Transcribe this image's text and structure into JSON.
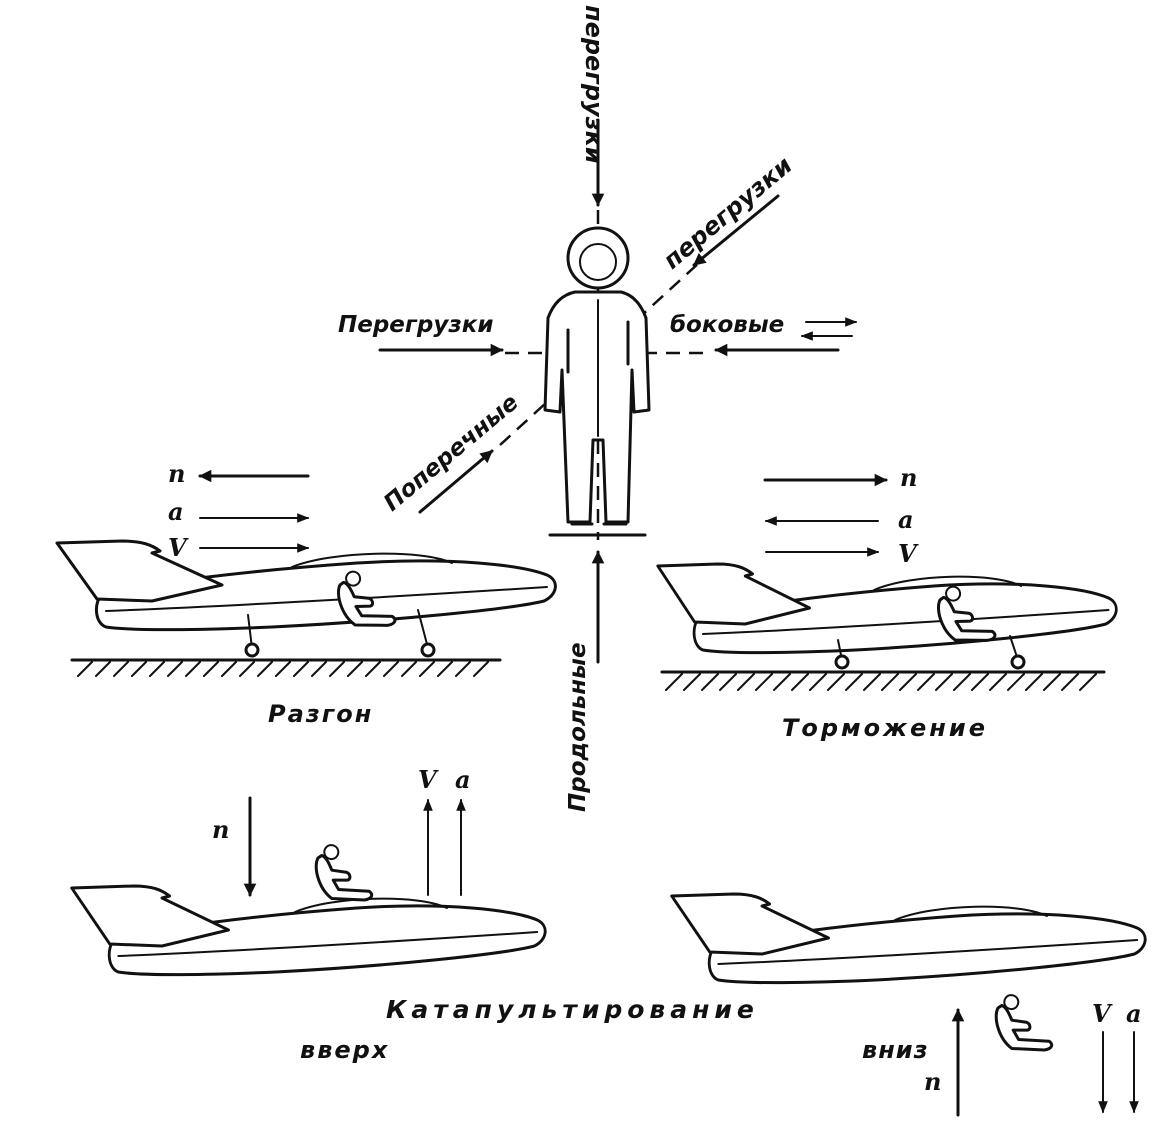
{
  "labels": {
    "peregruzki_vertical": "перегрузки",
    "peregruzki_diagonal": "перегрузки",
    "peregruzki_left": "Перегрузки",
    "bokovye": "боковые",
    "poperechnye": "Поперечные",
    "prodolnye": "Продольные",
    "razgon": "Разгон",
    "tormozhenie": "Торможение",
    "katapultirovanie": "Катапультирование",
    "vverh": "вверх",
    "vniz": "вниз"
  },
  "symbols": {
    "n": "n",
    "a": "a",
    "V": "V"
  },
  "icons": [
    "pilot-figure-icon",
    "aircraft-icon",
    "ejection-seat-icon",
    "arrow-icon"
  ]
}
